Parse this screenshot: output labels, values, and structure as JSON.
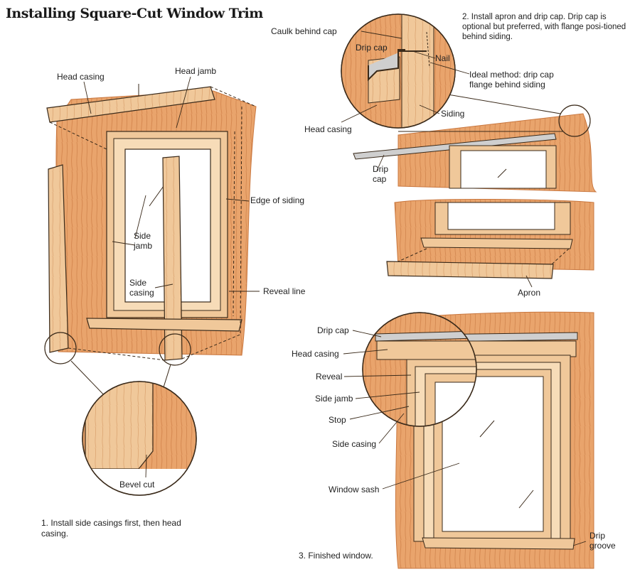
{
  "title": "Installing Square-Cut Window Trim",
  "colors": {
    "wall": "#e9a46c",
    "wall_dark": "#c9773f",
    "wood": "#f0c89a",
    "wood_dark": "#d9a06d",
    "line": "#3a2a1a",
    "glass": "#ffffff"
  },
  "panel1": {
    "labels": {
      "head_casing": "Head casing",
      "head_jamb": "Head jamb",
      "edge_of_siding": "Edge of siding",
      "side_jamb": "Side\njamb",
      "side_casing": "Side\ncasing",
      "reveal_line": "Reveal line",
      "bevel_cut": "Bevel cut"
    },
    "caption": "1. Install side casings first, then head casing."
  },
  "panel2": {
    "caption": "2. Install apron and drip cap. Drip cap is optional but preferred, with flange posi-tioned behind siding.",
    "labels": {
      "caulk_behind_cap": "Caulk behind cap",
      "drip_cap_inset": "Drip cap",
      "nail": "Nail",
      "ideal_method": "Ideal method: drip cap flange behind siding",
      "siding": "Siding",
      "head_casing": "Head casing",
      "drip_cap": "Drip\ncap",
      "apron": "Apron"
    }
  },
  "panel3": {
    "labels": {
      "drip_cap": "Drip cap",
      "head_casing": "Head casing",
      "reveal": "Reveal",
      "side_jamb": "Side jamb",
      "stop": "Stop",
      "side_casing": "Side casing",
      "window_sash": "Window sash",
      "drip_groove": "Drip\ngroove"
    },
    "caption": "3. Finished window."
  }
}
